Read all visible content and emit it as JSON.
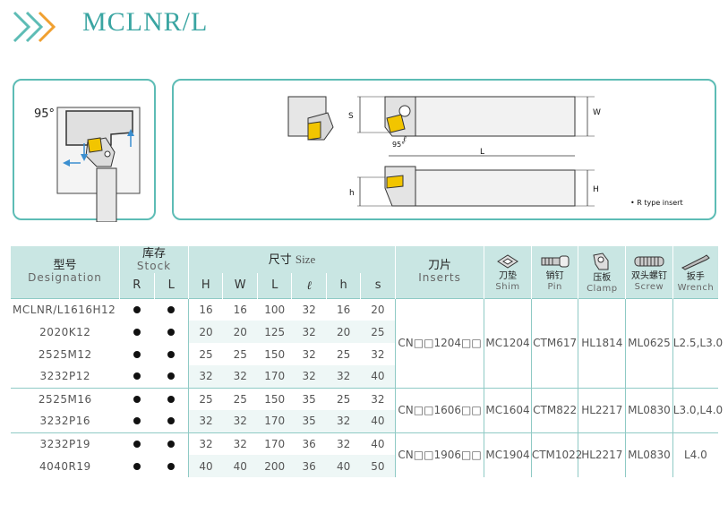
{
  "header": {
    "title": "MCLNR/L"
  },
  "diagram": {
    "angle": "95°",
    "dimensions": {
      "s": "S",
      "w": "W",
      "l": "L",
      "h": "h",
      "H": "H",
      "angle_small": "95°",
      "ell": "ℓ"
    },
    "rtype_note": "• R type insert"
  },
  "table": {
    "headers": {
      "designation_cn": "型号",
      "designation_en": "Designation",
      "stock_cn": "库存",
      "stock_en": "Stock",
      "size_cn": "尺寸",
      "size_en": "Size",
      "inserts_cn": "刀片",
      "inserts_en": "Inserts",
      "shim_cn": "刀垫",
      "shim_en": "Shim",
      "pin_cn": "销钉",
      "pin_en": "Pin",
      "clamp_cn": "压板",
      "clamp_en": "Clamp",
      "screw_cn": "双头螺钉",
      "screw_en": "Screw",
      "wrench_cn": "扳手",
      "wrench_en": "Wrench"
    },
    "subheaders": {
      "r": "R",
      "l_stock": "L",
      "H": "H",
      "W": "W",
      "L": "L",
      "ell": "ℓ",
      "h": "h",
      "s": "s"
    },
    "rows": [
      {
        "designation": "MCLNR/L1616H12",
        "r": true,
        "l": true,
        "H": "16",
        "W": "16",
        "L": "100",
        "ell": "32",
        "h": "16",
        "s": "20"
      },
      {
        "designation": "2020K12",
        "r": true,
        "l": true,
        "H": "20",
        "W": "20",
        "L": "125",
        "ell": "32",
        "h": "20",
        "s": "25"
      },
      {
        "designation": "2525M12",
        "r": true,
        "l": true,
        "H": "25",
        "W": "25",
        "L": "150",
        "ell": "32",
        "h": "25",
        "s": "32"
      },
      {
        "designation": "3232P12",
        "r": true,
        "l": true,
        "H": "32",
        "W": "32",
        "L": "170",
        "ell": "32",
        "h": "32",
        "s": "40"
      },
      {
        "designation": "2525M16",
        "r": true,
        "l": true,
        "H": "25",
        "W": "25",
        "L": "150",
        "ell": "35",
        "h": "25",
        "s": "32"
      },
      {
        "designation": "3232P16",
        "r": true,
        "l": true,
        "H": "32",
        "W": "32",
        "L": "170",
        "ell": "35",
        "h": "32",
        "s": "40"
      },
      {
        "designation": "3232P19",
        "r": true,
        "l": true,
        "H": "32",
        "W": "32",
        "L": "170",
        "ell": "36",
        "h": "32",
        "s": "40"
      },
      {
        "designation": "4040R19",
        "r": true,
        "l": true,
        "H": "40",
        "W": "40",
        "L": "200",
        "ell": "36",
        "h": "40",
        "s": "50"
      }
    ],
    "groups": [
      {
        "insert": "CN□□1204□□",
        "shim": "MC1204",
        "pin": "CTM617",
        "clamp": "HL1814",
        "screw": "ML0625",
        "wrench": "L2.5,L3.0"
      },
      {
        "insert": "CN□□1606□□",
        "shim": "MC1604",
        "pin": "CTM822",
        "clamp": "HL2217",
        "screw": "ML0830",
        "wrench": "L3.0,L4.0"
      },
      {
        "insert": "CN□□1906□□",
        "shim": "MC1904",
        "pin": "CTM1022",
        "clamp": "HL2217",
        "screw": "ML0830",
        "wrench": "L4.0"
      }
    ],
    "icons": [
      "shim-icon",
      "pin-icon",
      "clamp-icon",
      "screw-icon",
      "wrench-icon"
    ]
  },
  "colors": {
    "accent": "#3aa5a2",
    "header_bg": "#c9e6e3",
    "row_shade": "#eef7f6",
    "insert_yellow": "#f2c500"
  }
}
